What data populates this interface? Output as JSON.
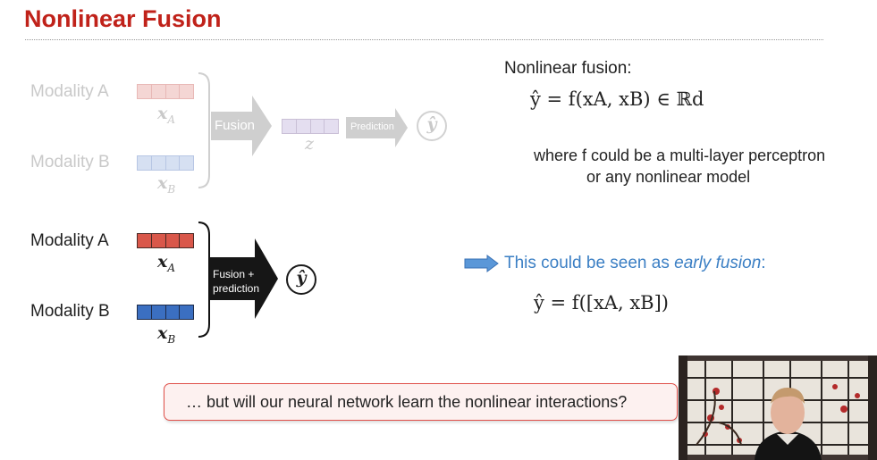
{
  "slide": {
    "title": "Nonlinear Fusion"
  },
  "top_diagram": {
    "modality_a_label": "Modality A",
    "modality_b_label": "Modality B",
    "x_a": "x",
    "x_a_sub": "A",
    "x_b": "x",
    "x_b_sub": "B",
    "fusion_label": "Fusion",
    "z_label": "z",
    "prediction_label": "Prediction",
    "output_symbol": "ŷ"
  },
  "bottom_diagram": {
    "modality_a_label": "Modality A",
    "modality_b_label": "Modality B",
    "x_a": "x",
    "x_a_sub": "A",
    "x_b": "x",
    "x_b_sub": "B",
    "fusion_line1": "Fusion +",
    "fusion_line2": "prediction",
    "output_symbol": "ŷ"
  },
  "right_panel": {
    "heading": "Nonlinear fusion:",
    "equation1": "ŷ = f(xA, xB) ∈ ℝd",
    "where_line1": "where f could be a multi-layer perceptron",
    "where_line2": "or any nonlinear model",
    "early_prefix": "This could be seen as ",
    "early_emph": "early fusion",
    "early_suffix": ":",
    "equation2": "ŷ = f([xA, xB])"
  },
  "callout": {
    "text": "… but will our neural network learn the nonlinear interactions?"
  },
  "colors": {
    "title": "#c0221a",
    "modality_a_vector": "#d9574a",
    "modality_b_vector": "#3b6fc1",
    "early_fusion_text": "#3b7fc4",
    "faded_gray": "#c9c9c9"
  }
}
